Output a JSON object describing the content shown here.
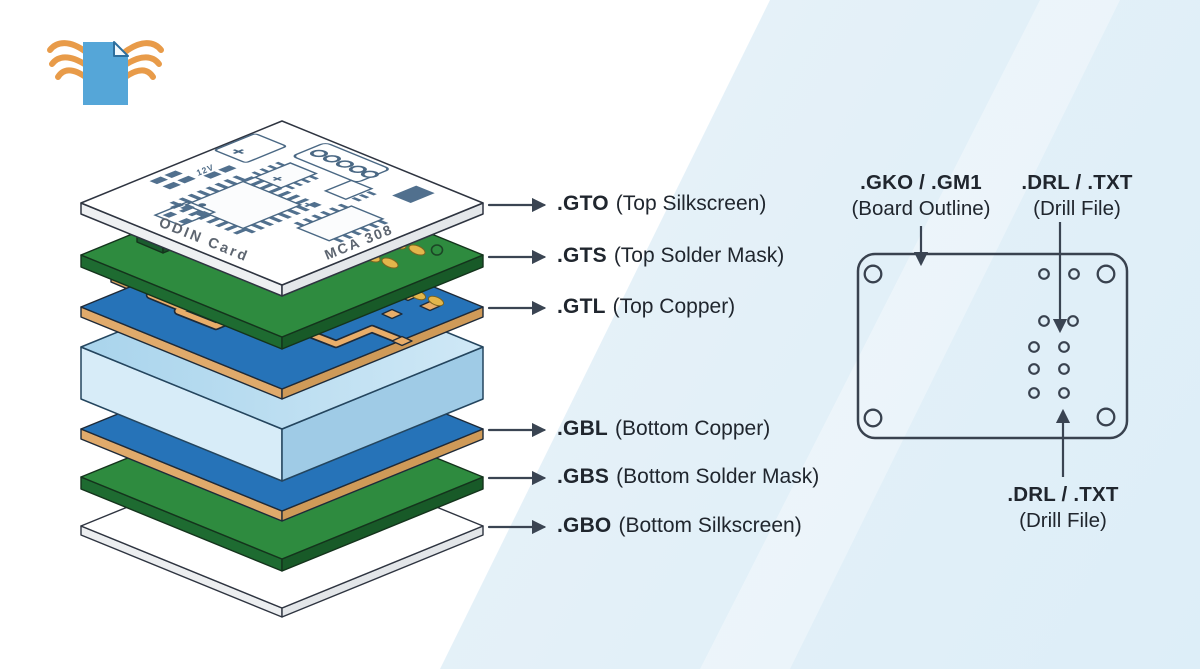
{
  "logo": {
    "icon": "winged-document"
  },
  "stack": {
    "silkscreen_text_left": "ODIN Card",
    "silkscreen_text_right": "MCA 308",
    "silkscreen_text_small": "12V"
  },
  "layer_labels": [
    {
      "ext": ".GTO",
      "desc": "(Top Silkscreen)"
    },
    {
      "ext": ".GTS",
      "desc": "(Top Solder Mask)"
    },
    {
      "ext": ".GTL",
      "desc": "(Top Copper)"
    },
    {
      "ext": ".GBL",
      "desc": "(Bottom Copper)"
    },
    {
      "ext": ".GBS",
      "desc": "(Bottom Solder Mask)"
    },
    {
      "ext": ".GBO",
      "desc": "(Bottom Silkscreen)"
    }
  ],
  "board_diagram": {
    "outline_label": {
      "title": ".GKO / .GM1",
      "subtitle": "(Board Outline)"
    },
    "drill_top_label": {
      "title": ".DRL / .TXT",
      "subtitle": "(Drill File)"
    },
    "drill_bottom_label": {
      "title": ".DRL / .TXT",
      "subtitle": "(Drill File)"
    }
  },
  "colors": {
    "solder_mask_green": "#2e8b3f",
    "copper": "#e0aa6b",
    "copper_layer_blue": "#2673b8",
    "core_light_blue": "#bfe0f2",
    "label_text": "#20262e",
    "arrow": "#3a4452",
    "outline_stroke": "#39424f",
    "logo_blue": "#55a6d8",
    "logo_orange": "#e89b49",
    "background_tint": "#e9f3f9"
  }
}
